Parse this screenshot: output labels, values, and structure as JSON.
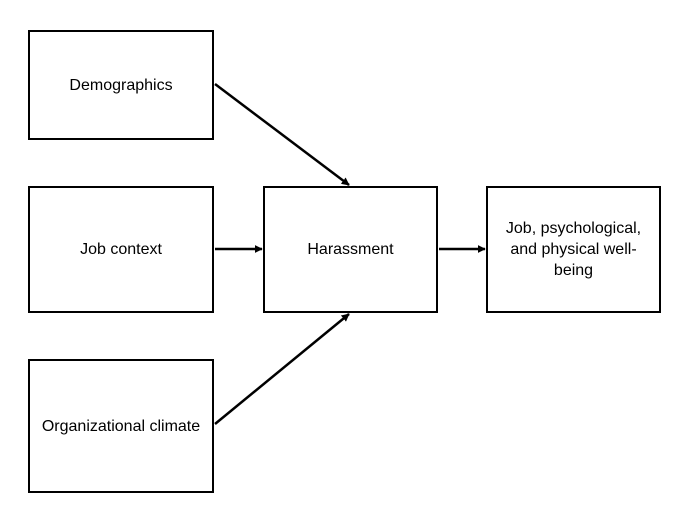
{
  "nodes": {
    "demographics": "Demographics",
    "job_context": "Job context",
    "organizational_climate": "Organizational climate",
    "harassment": "Harassment",
    "outcome": "Job, psychological,\nand physical well-\nbeing"
  },
  "colors": {
    "stroke": "#000000",
    "background": "#ffffff"
  }
}
